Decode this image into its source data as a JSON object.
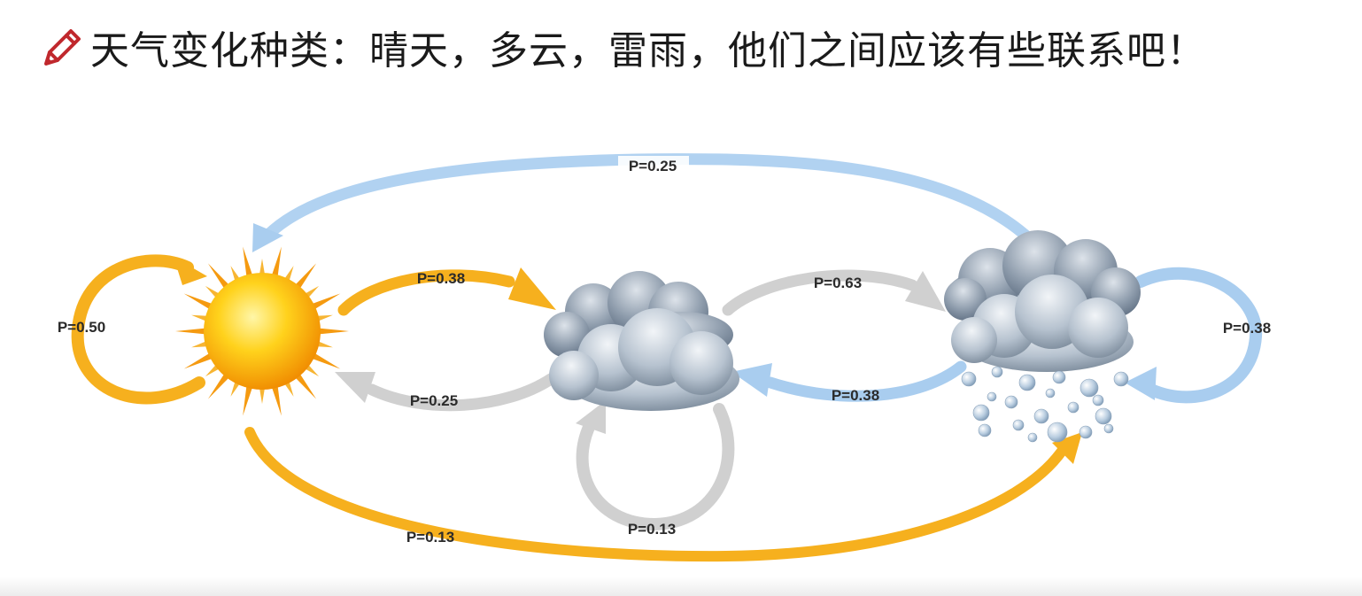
{
  "title": "天气变化种类：晴天，多云，雷雨，他们之间应该有些联系吧！",
  "icons": {
    "title_icon": "pencil-icon",
    "states": [
      "sun-icon",
      "cloudy-icon",
      "rain-cloud-icon"
    ]
  },
  "colors": {
    "sunny_transition": "#f6b01e",
    "cloudy_transition": "#d0d0d0",
    "rainy_transition": "#a9cdef",
    "pencil": "#c0282d"
  },
  "transitions": [
    {
      "id": "sunny-sunny",
      "label": "P=0.50"
    },
    {
      "id": "sunny-cloudy",
      "label": "P=0.38"
    },
    {
      "id": "cloudy-sunny",
      "label": "P=0.25"
    },
    {
      "id": "cloudy-rainy",
      "label": "P=0.63"
    },
    {
      "id": "rainy-cloudy",
      "label": "P=0.38"
    },
    {
      "id": "rainy-rainy",
      "label": "P=0.38"
    },
    {
      "id": "rainy-sunny",
      "label": "P=0.25"
    },
    {
      "id": "cloudy-cloudy",
      "label": "P=0.13"
    },
    {
      "id": "sunny-rainy",
      "label": "P=0.13"
    }
  ]
}
